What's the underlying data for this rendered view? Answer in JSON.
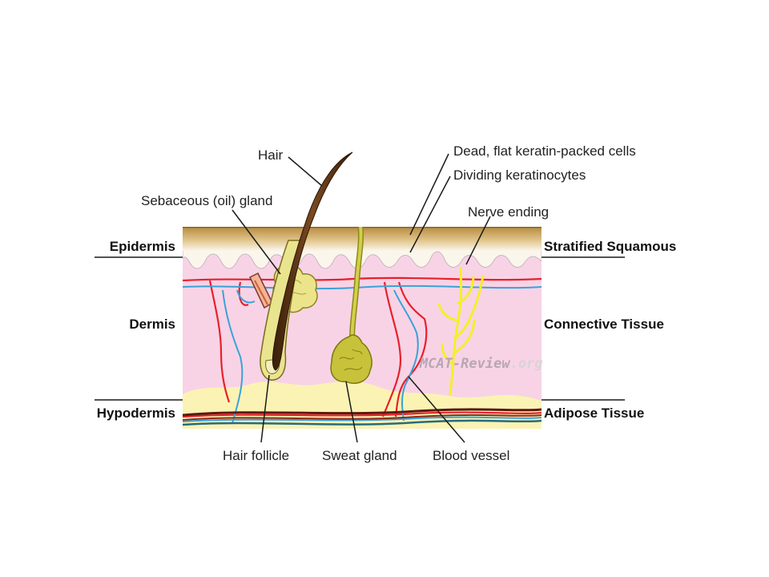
{
  "labels": {
    "hair": "Hair",
    "sebaceous_gland": "Sebaceous (oil) gland",
    "dead_cells": "Dead, flat keratin-packed cells",
    "dividing_cells": "Dividing keratinocytes",
    "nerve_ending": "Nerve ending",
    "hair_follicle": "Hair follicle",
    "sweat_gland": "Sweat gland",
    "blood_vessel": "Blood vessel"
  },
  "layers": {
    "epidermis": "Epidermis",
    "dermis": "Dermis",
    "hypodermis": "Hypodermis"
  },
  "tissues": {
    "epidermis": "Stratified Squamous",
    "dermis": "Connective Tissue",
    "hypodermis": "Adipose Tissue"
  },
  "watermark": {
    "main": "MCAT-Review",
    "suffix": ".org"
  },
  "colors": {
    "stratum_corneum": "#c9a35c",
    "epidermis": "#fbf6ec",
    "dermis": "#f8d3e6",
    "hypodermis": "#fbf3b4",
    "hair": "#5a3414",
    "gland": "#c8c23a",
    "artery": "#e8202a",
    "vein": "#3aa2d8",
    "nerve": "#f5ef28"
  }
}
